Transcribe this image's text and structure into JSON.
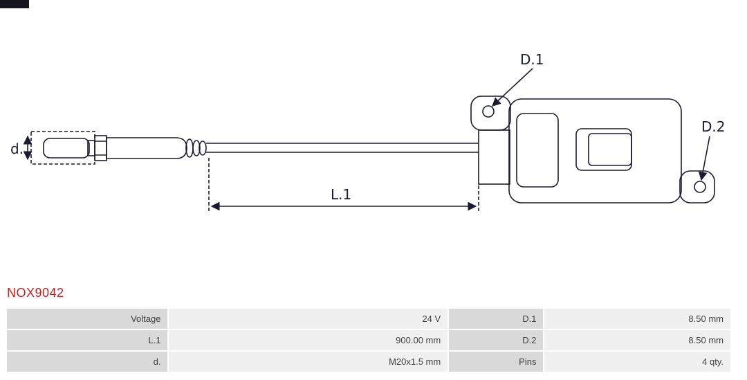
{
  "part_number": "NOX9042",
  "diagram": {
    "labels": {
      "d": "d.",
      "d1": "D.1",
      "d2": "D.2",
      "l1": "L.1"
    }
  },
  "table": {
    "rows": [
      [
        "Voltage",
        "24 V",
        "D.1",
        "8.50 mm"
      ],
      [
        "L.1",
        "900.00 mm",
        "D.2",
        "8.50 mm"
      ],
      [
        "d.",
        "M20x1.5 mm",
        "Pins",
        "4 qty."
      ]
    ]
  },
  "colors": {
    "accent_red": "#c71f1f",
    "line": "#1a1a30",
    "label_cell_bg": "#d9d9d9",
    "value_cell_bg": "#f0f0f0"
  }
}
